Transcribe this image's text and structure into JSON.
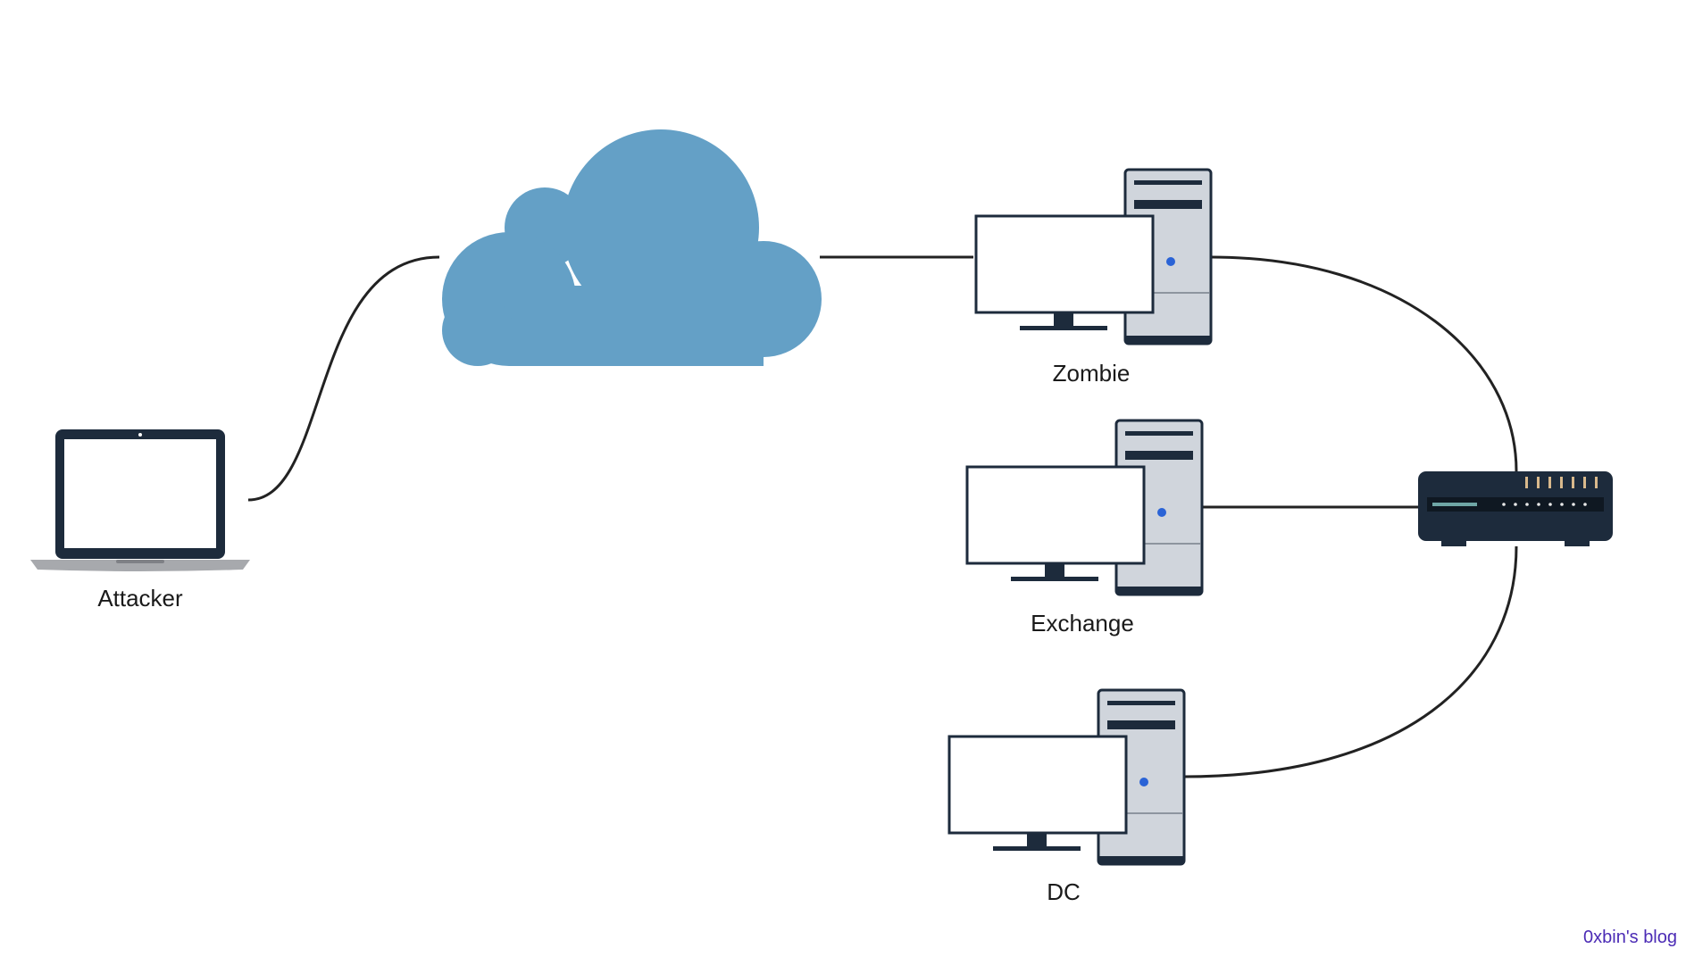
{
  "diagram": {
    "nodes": {
      "attacker": {
        "label": "Attacker",
        "icon": "laptop-icon"
      },
      "internet": {
        "label": "",
        "icon": "cloud-icon"
      },
      "zombie": {
        "label": "Zombie",
        "icon": "desktop-computer-icon"
      },
      "exchange": {
        "label": "Exchange",
        "icon": "desktop-computer-icon"
      },
      "dc": {
        "label": "DC",
        "icon": "desktop-computer-icon"
      },
      "switch": {
        "label": "",
        "icon": "network-switch-icon"
      }
    },
    "edges": [
      {
        "from": "attacker",
        "to": "internet"
      },
      {
        "from": "internet",
        "to": "zombie"
      },
      {
        "from": "zombie",
        "to": "switch"
      },
      {
        "from": "exchange",
        "to": "switch"
      },
      {
        "from": "dc",
        "to": "switch"
      }
    ],
    "colors": {
      "cloud": "#64a0c6",
      "line": "#222222",
      "device_dark": "#1d2b3c",
      "tower_body": "#d0d5dc",
      "led": "#2a63d6",
      "switch_port": "#d9b98c",
      "watermark": "#4b2bb5"
    }
  },
  "watermark": "0xbin's blog"
}
